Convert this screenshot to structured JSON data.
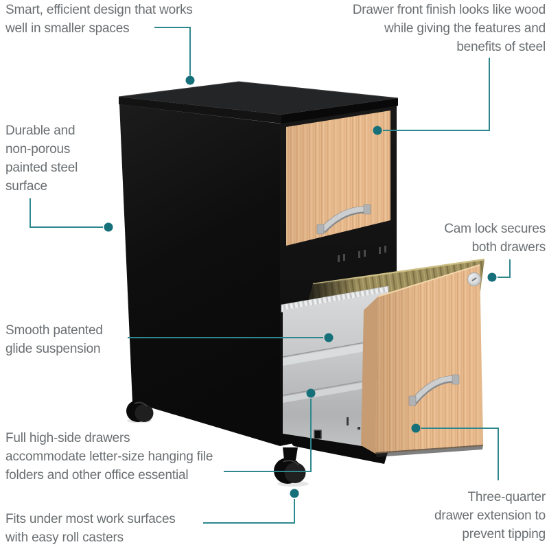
{
  "palette": {
    "background": "#ffffff",
    "callout_line": "#2e878e",
    "callout_dot": "#16707a",
    "label_text": "#6b6f72",
    "wood_finish": "#e6ba8d",
    "cabinet_black": "#0d0d0d",
    "drawer_metal": "#c4c6c7",
    "hanging_files": "#9a8c59",
    "handle_silver": "#ccced0"
  },
  "callouts": {
    "smart_design": {
      "text": "Smart, efficient design that works\nwell in smaller spaces"
    },
    "wood_finish": {
      "text": "Drawer front finish looks like wood\nwhile giving the features and\nbenefits of steel"
    },
    "steel_surface": {
      "text": "Durable and\nnon-porous\npainted steel\nsurface"
    },
    "cam_lock": {
      "text": "Cam lock secures\nboth drawers"
    },
    "glide_suspension": {
      "text": "Smooth patented\nglide suspension"
    },
    "high_side_drawers": {
      "text": "Full high-side drawers\naccommodate letter-size hanging file\nfolders and other office essential"
    },
    "roll_casters": {
      "text": "Fits under most work surfaces\nwith easy roll casters"
    },
    "drawer_extension": {
      "text": "Three-quarter\ndrawer extension to\nprevent tipping"
    }
  }
}
